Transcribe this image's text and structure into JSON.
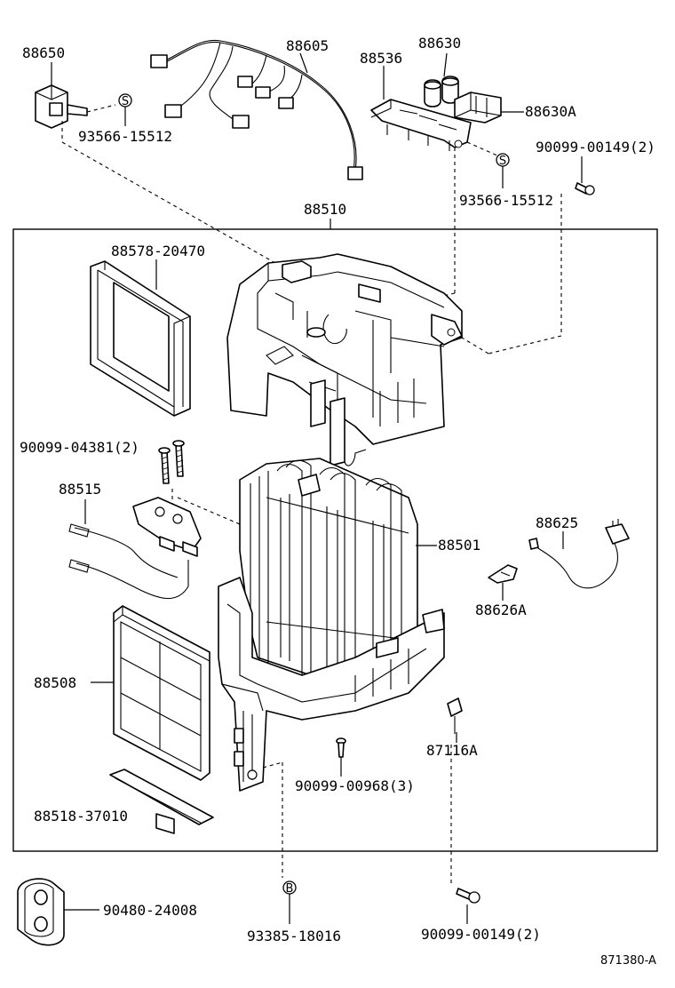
{
  "labels": {
    "p88650": "88650",
    "p88605": "88605",
    "p88630": "88630",
    "p88536": "88536",
    "p88630A": "88630A",
    "p93566_a": "93566-15512",
    "p90099_00149_top": "90099-00149(2)",
    "p93566_b": "93566-15512",
    "p88510": "88510",
    "p88578": "88578-20470",
    "p90099_04381": "90099-04381(2)",
    "p88515": "88515",
    "p88501": "88501",
    "p88625": "88625",
    "p88626A": "88626A",
    "p88508": "88508",
    "p87116A": "87116A",
    "p90099_00968": "90099-00968(3)",
    "p88518": "88518-37010",
    "p90480": "90480-24008",
    "p93385": "93385-18016",
    "p90099_00149_bot": "90099-00149(2)",
    "diagram_id": "871380-A"
  },
  "markers": {
    "s_a": "S",
    "s_b": "S",
    "b": "B"
  }
}
